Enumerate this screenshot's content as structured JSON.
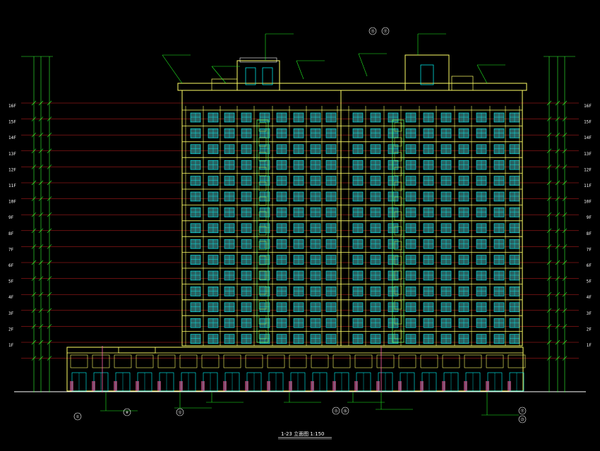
{
  "drawing": {
    "title": "1-23 立面图 1:150",
    "colors": {
      "background": "#000000",
      "structure": "#ffff66",
      "window": "#00ffff",
      "level_line": "#cc2222",
      "dimension": "#33ff33",
      "leader": "#22ee22",
      "shop": "#ff66aa",
      "white": "#ffffff"
    }
  },
  "floors": {
    "left_labels": [
      "16F",
      "15F",
      "14F",
      "13F",
      "12F",
      "11F",
      "10F",
      "9F",
      "8F",
      "7F",
      "6F",
      "5F",
      "4F",
      "3F",
      "2F",
      "1F"
    ],
    "right_labels": [
      "16F",
      "15F",
      "14F",
      "13F",
      "12F",
      "11F",
      "10F",
      "9F",
      "8F",
      "7F",
      "6F",
      "5F",
      "4F",
      "3F",
      "2F",
      "1F"
    ]
  },
  "axis_bubbles": {
    "top": [
      "⑮",
      "⑰"
    ],
    "bottom": [
      "①",
      "⑧",
      "⑫",
      "⑬",
      "⑯",
      "⑰",
      "㉓"
    ]
  }
}
